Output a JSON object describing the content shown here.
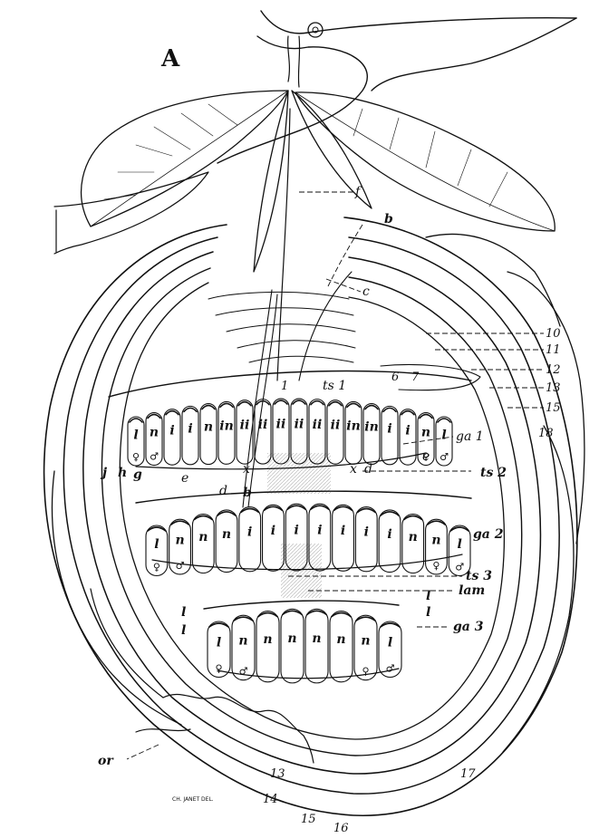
{
  "figure": {
    "panel_letter": "A",
    "signature": "CH. JANET DEL.",
    "labels_top": [
      "f",
      "b",
      "c"
    ],
    "labels_right": [
      "10",
      "11",
      "12",
      "13",
      "15",
      "18"
    ],
    "labels_bottom": [
      "13",
      "14",
      "15",
      "16",
      "17"
    ],
    "label_or": "or",
    "level1": {
      "label_ts": "ts 1",
      "num_6": "6",
      "num_7": "7",
      "label_1": "1",
      "ga": "ga 1",
      "tier_left": [
        "j",
        "h",
        "g"
      ],
      "e_left": "e",
      "e_right": "e",
      "d": "d",
      "b": "b",
      "x_left": "x",
      "x_right": "x",
      "d_right": "d",
      "cells": [
        "l",
        "n",
        "i",
        "i",
        "n",
        "in",
        "ii",
        "ii",
        "ii",
        "ii",
        "ii",
        "ii",
        "in",
        "in",
        "i",
        "i",
        "n",
        "l"
      ]
    },
    "level2": {
      "ts": "ts 2",
      "ga": "ga 2",
      "cells": [
        "l",
        "n",
        "n",
        "n",
        "i",
        "i",
        "i",
        "i",
        "i",
        "i",
        "i",
        "n",
        "n",
        "l"
      ]
    },
    "level3": {
      "ts": "ts 3",
      "lam": "lam",
      "ga": "ga 3",
      "l_marks": [
        "l",
        "l",
        "l",
        "l"
      ],
      "cells": [
        "l",
        "n",
        "n",
        "n",
        "n",
        "n",
        "n",
        "l"
      ]
    },
    "symbols": {
      "female": "♀",
      "male": "♂"
    }
  }
}
